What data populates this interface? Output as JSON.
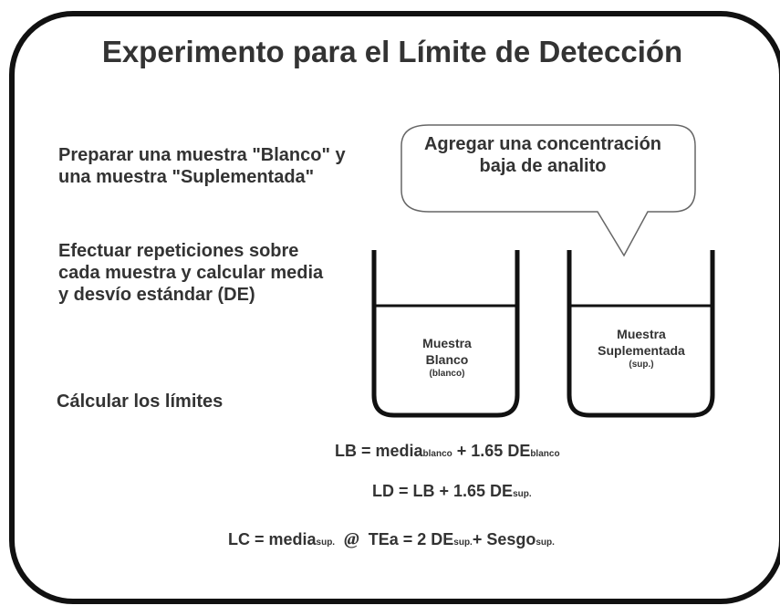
{
  "title": "Experimento para el Límite de Detección",
  "steps": [
    "Preparar una muestra \"Blanco\" y una muestra \"Suplementada\"",
    "Efectuar repeticiones sobre cada muestra y calcular media y desvío estándar (DE)",
    "Cálcular los límites"
  ],
  "callout": "Agregar una concentración baja de analito",
  "cups": [
    {
      "line1": "Muestra",
      "line2": "Blanco",
      "small": "(blanco)"
    },
    {
      "line1": "Muestra",
      "line2": "Suplementada",
      "small": "(sup.)"
    }
  ],
  "formulas": {
    "lb": {
      "lhs": "LB = media",
      "sub1": "blanco",
      "mid": " + 1.65 DE",
      "sub2": "blanco"
    },
    "ld": {
      "lhs": "LD = LB + 1.65 DE",
      "sub1": "sup."
    },
    "lc": {
      "lhs": "LC = media",
      "sub1": "sup.",
      "at": "@",
      "tea": "TEa = 2 DE",
      "sub2": "sup.",
      "plus": "+ Sesgo",
      "sub3": "sup."
    }
  }
}
